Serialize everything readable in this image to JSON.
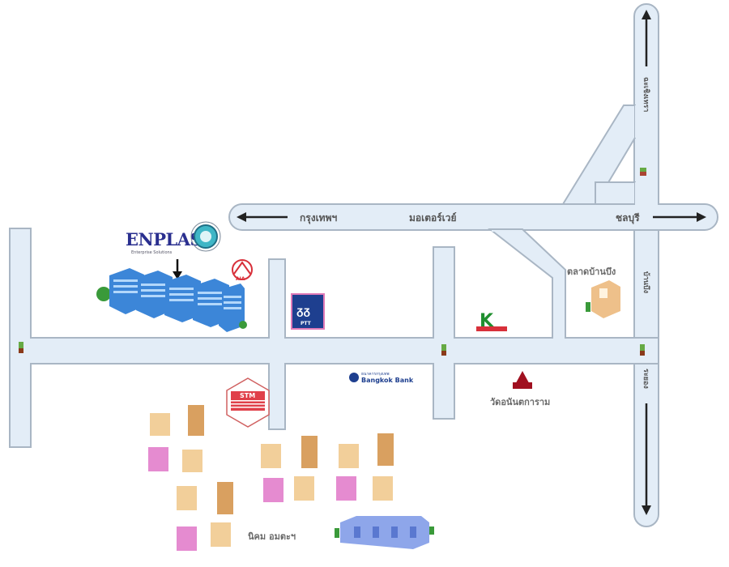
{
  "map": {
    "title_company": "ENPLAS",
    "company_tagline": "Enterprise Solutions",
    "roads": {
      "main_road_left_direction": "กรุงเทพฯ",
      "main_road_name": "มอเตอร์เวย์",
      "main_road_right_direction": "ชลบุรี",
      "vertical_road_top_label": "ฉะเชิงเทรา",
      "vertical_road_middle_label": "บ้านบึง",
      "vertical_road_bottom_label": "ระยอง"
    },
    "landmarks": {
      "top_right_building": "ตลาดบ้านบึง",
      "temple": "วัดอนันตการาม",
      "industrial_estate": "นิคม อมตะฯ",
      "bank": "Bangkok Bank",
      "bank_small": "ธนาคารกรุงเทพ",
      "stm_sign": "STM",
      "pttmark": "PTT",
      "kmark": "K",
      "aia": "AIA"
    },
    "colors": {
      "road": "#e3edf7",
      "road_border": "#a9b6c4",
      "enplas_blue": "#2a2f8f",
      "accent_red": "#d8303a"
    }
  }
}
